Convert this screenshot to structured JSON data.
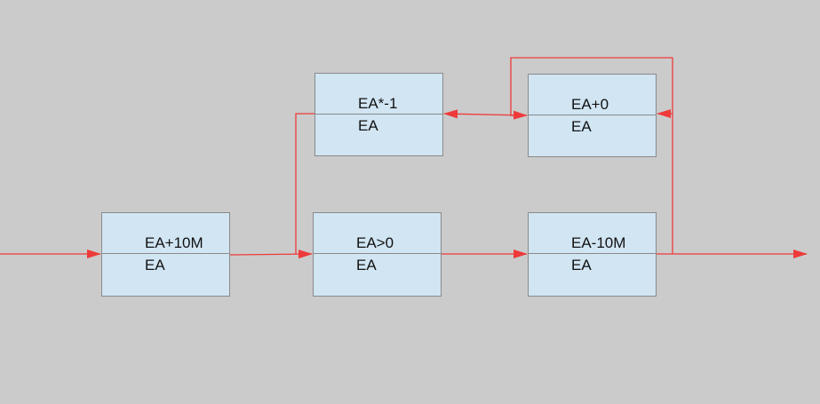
{
  "nodes": {
    "ea_plus_10m": {
      "top": "EA+10M",
      "bottom": "EA"
    },
    "ea_gt_0": {
      "top": "EA>0",
      "bottom": "EA"
    },
    "ea_minus_10m": {
      "top": "EA-10M",
      "bottom": "EA"
    },
    "ea_times_neg1": {
      "top": "EA*-1",
      "bottom": "EA"
    },
    "ea_plus_0": {
      "top": "EA+0",
      "bottom": "EA"
    }
  },
  "colors": {
    "background": "#cbcbcb",
    "node_fill": "#d1e5f3",
    "node_border": "#8a8a8a",
    "wire": "#ee3a3a"
  }
}
